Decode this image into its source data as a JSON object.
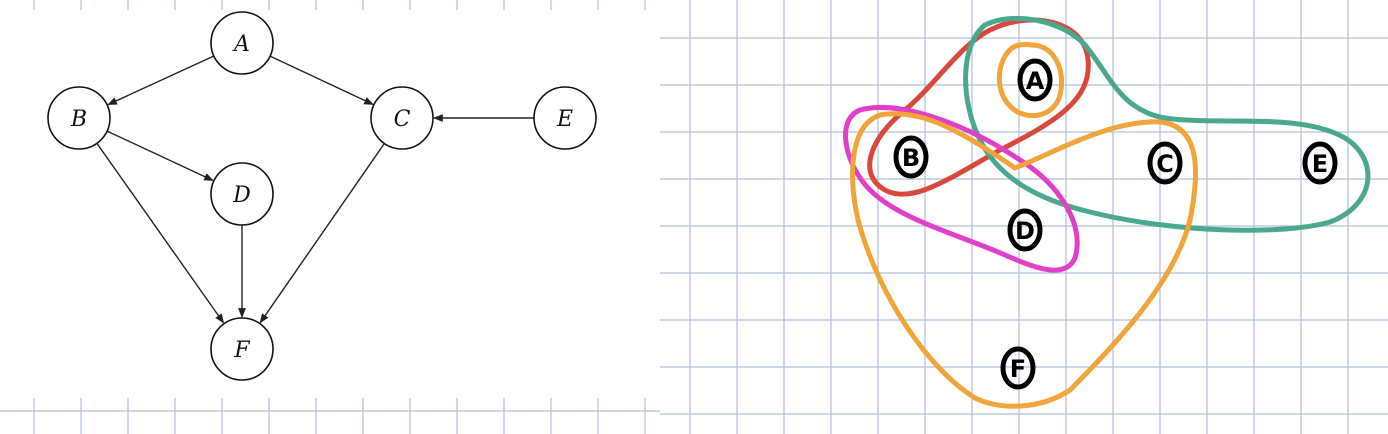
{
  "left_graph": {
    "nodes": [
      {
        "id": "A",
        "label": "A"
      },
      {
        "id": "B",
        "label": "B"
      },
      {
        "id": "C",
        "label": "C"
      },
      {
        "id": "D",
        "label": "D"
      },
      {
        "id": "E",
        "label": "E"
      },
      {
        "id": "F",
        "label": "F"
      }
    ],
    "edges": [
      {
        "from": "A",
        "to": "B"
      },
      {
        "from": "A",
        "to": "C"
      },
      {
        "from": "E",
        "to": "C"
      },
      {
        "from": "B",
        "to": "D"
      },
      {
        "from": "B",
        "to": "F"
      },
      {
        "from": "D",
        "to": "F"
      },
      {
        "from": "C",
        "to": "F"
      }
    ]
  },
  "right_sketch": {
    "nodes": [
      {
        "id": "A",
        "label": "A"
      },
      {
        "id": "B",
        "label": "B"
      },
      {
        "id": "C",
        "label": "C"
      },
      {
        "id": "D",
        "label": "D"
      },
      {
        "id": "E",
        "label": "E"
      },
      {
        "id": "F",
        "label": "F"
      }
    ],
    "groups": [
      {
        "id": "red",
        "color": "#d9483b",
        "members": [
          "A",
          "B"
        ]
      },
      {
        "id": "teal",
        "color": "#4aa88f",
        "members": [
          "A",
          "C",
          "E"
        ]
      },
      {
        "id": "magenta",
        "color": "#e040c8",
        "members": [
          "B",
          "D"
        ]
      },
      {
        "id": "orange-outer",
        "color": "#f0a43a",
        "members": [
          "B",
          "C",
          "D",
          "F"
        ]
      },
      {
        "id": "orange-a",
        "color": "#f0a43a",
        "members": [
          "A"
        ]
      }
    ],
    "grid_color": "#aebfda"
  }
}
